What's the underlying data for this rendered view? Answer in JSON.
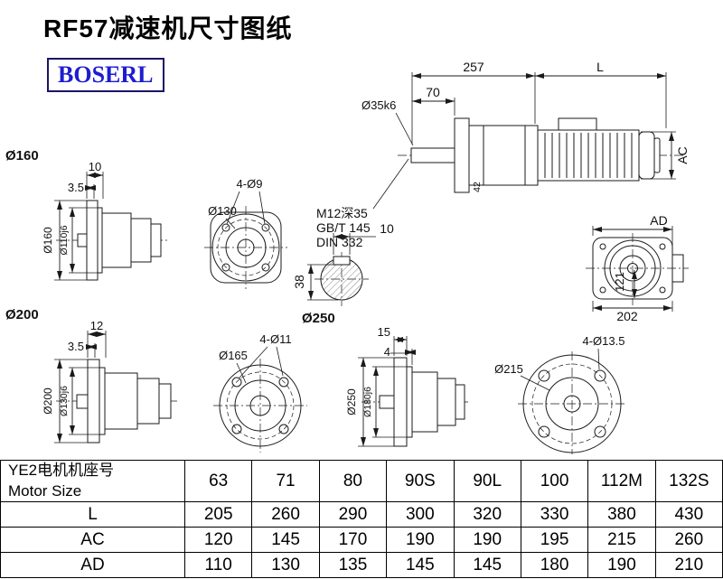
{
  "title": "RF57减速机尺寸图纸",
  "logo": "BOSERL",
  "views": {
    "group_160_label": "Ø160",
    "group_200_label": "Ø200",
    "group_250_label": "Ø250",
    "side160": {
      "dim_flange": "10",
      "dim_spigot": "3.5",
      "dim_outer": "Ø160",
      "dim_pilot": "Ø110j6"
    },
    "flange130": {
      "holes": "4-Ø9",
      "dia": "Ø130"
    },
    "main": {
      "dim_257": "257",
      "dim_L": "L",
      "dim_70": "70",
      "shaft": "Ø35k6",
      "dim_AC": "AC",
      "dim_42": "42",
      "note_thread": "M12深35",
      "note_gb": "GB/T 145",
      "note_din": "DIN 332"
    },
    "keyway": {
      "width": "10",
      "height": "38"
    },
    "rear": {
      "dim_AD": "AD",
      "dim_121": "121",
      "dim_202": "202"
    },
    "side200": {
      "dim_flange": "12",
      "dim_spigot": "3.5",
      "dim_outer": "Ø200",
      "dim_pilot": "Ø130j6"
    },
    "flange165": {
      "dia": "Ø165",
      "holes": "4-Ø11"
    },
    "side250": {
      "dim_flange": "15",
      "dim_spigot": "4",
      "dim_outer": "Ø250",
      "dim_pilot": "Ø180j6"
    },
    "flange215": {
      "dia": "Ø215",
      "holes": "4-Ø13.5"
    }
  },
  "table": {
    "header_cn": "YE2电机机座号",
    "header_en": "Motor Size",
    "sizes": [
      "63",
      "71",
      "80",
      "90S",
      "90L",
      "100",
      "112M",
      "132S"
    ],
    "rows": [
      {
        "label": "L",
        "values": [
          "205",
          "260",
          "290",
          "300",
          "320",
          "330",
          "380",
          "430"
        ]
      },
      {
        "label": "AC",
        "values": [
          "120",
          "145",
          "170",
          "190",
          "190",
          "195",
          "215",
          "260"
        ]
      },
      {
        "label": "AD",
        "values": [
          "110",
          "130",
          "135",
          "145",
          "145",
          "180",
          "190",
          "210"
        ]
      }
    ]
  }
}
